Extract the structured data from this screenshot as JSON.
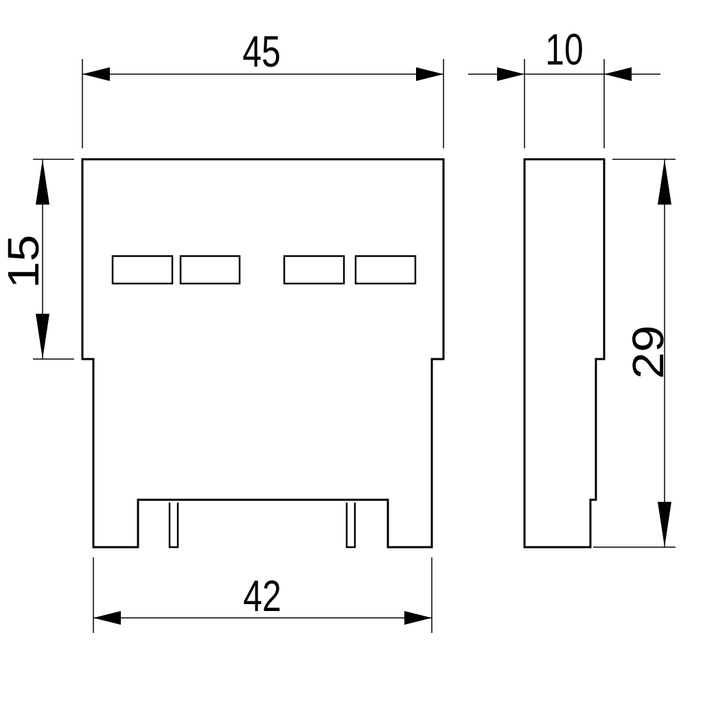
{
  "dimensions": {
    "front_width": "45",
    "side_depth": "10",
    "upper_height": "15",
    "total_height": "29",
    "base_width": "42"
  }
}
